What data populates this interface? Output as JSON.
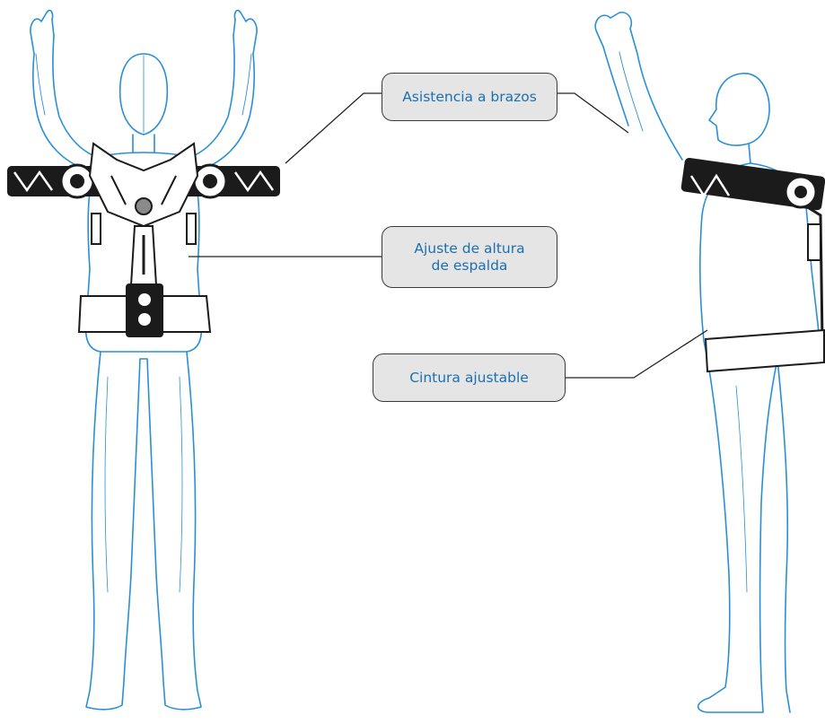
{
  "callouts": {
    "arms": {
      "label": "Asistencia a brazos"
    },
    "back": {
      "label": "Ajuste de altura\nde espalda"
    },
    "waist": {
      "label": "Cintura ajustable"
    }
  },
  "colors": {
    "outline_blue": "#2a8fd6",
    "device_black": "#1b1b1b",
    "device_gray": "#8a8a8a",
    "leader_line": "#222222",
    "callout_fill": "#e5e5e5",
    "callout_text": "#1c6fb0"
  },
  "figures": [
    "rear-view-figure",
    "side-view-figure"
  ]
}
